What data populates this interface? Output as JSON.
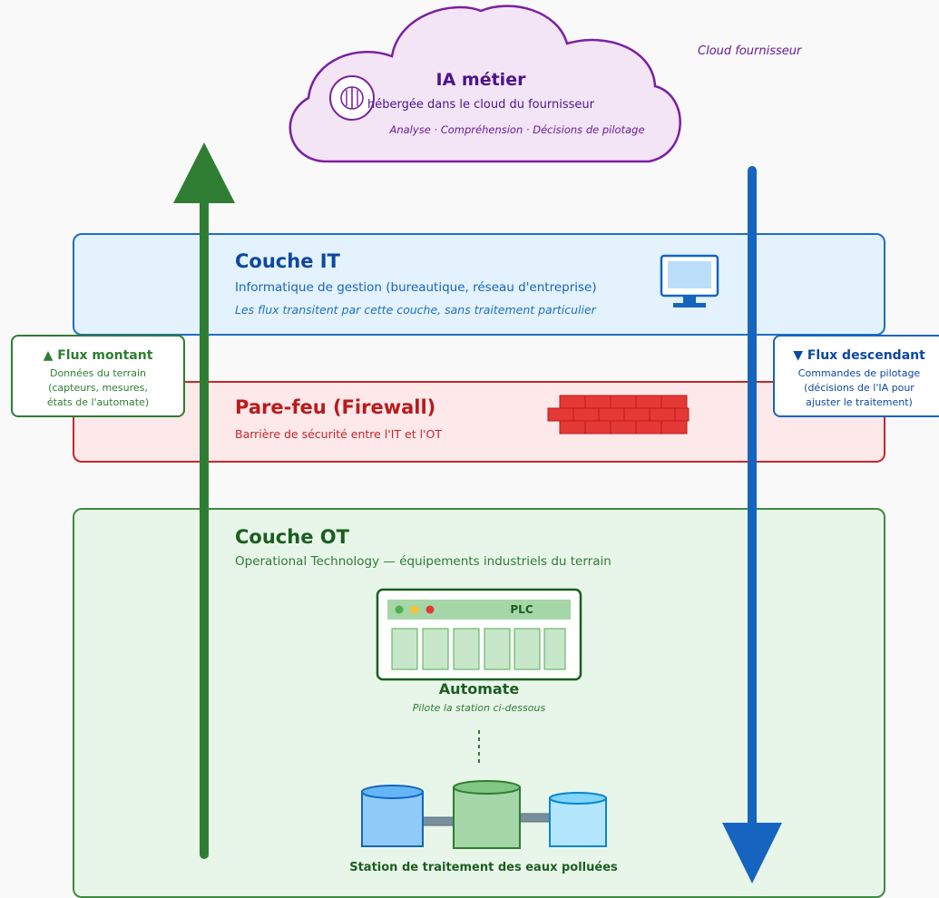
{
  "cloud": {
    "provider_label": "Cloud fournisseur",
    "title": "IA métier",
    "subtitle": "hébergée dans le cloud du fournisseur",
    "tags": "Analyse · Compréhension · Décisions de pilotage",
    "icon": "brain-icon",
    "color": "#7b1fa2"
  },
  "it_layer": {
    "title": "Couche IT",
    "description": "Informatique de gestion (bureautique, réseau d'entreprise)",
    "note": "Les flux transitent par cette couche, sans traitement particulier",
    "icon": "monitor-icon",
    "color": "#1e6fc0"
  },
  "firewall_layer": {
    "title": "Pare-feu (Firewall)",
    "description": "Barrière de sécurité entre l'IT et l'OT",
    "icon": "brick-wall-icon",
    "color": "#c62828"
  },
  "ot_layer": {
    "title": "Couche OT",
    "description": "Operational Technology — équipements industriels du terrain",
    "color": "#3d8b40",
    "plc": {
      "label": "PLC",
      "name": "Automate",
      "caption": "Pilote la station ci-dessous"
    },
    "station_label": "Station de traitement des eaux polluées"
  },
  "flux_up": {
    "title": "▲ Flux montant",
    "line1": "Données du terrain",
    "line2": "(capteurs, mesures,",
    "line3": "états de l'automate)",
    "color": "#2e7d32"
  },
  "flux_down": {
    "title": "▼ Flux descendant",
    "line1": "Commandes de pilotage",
    "line2": "(décisions de l'IA pour",
    "line3": "ajuster le traitement)",
    "color": "#1565c0"
  }
}
